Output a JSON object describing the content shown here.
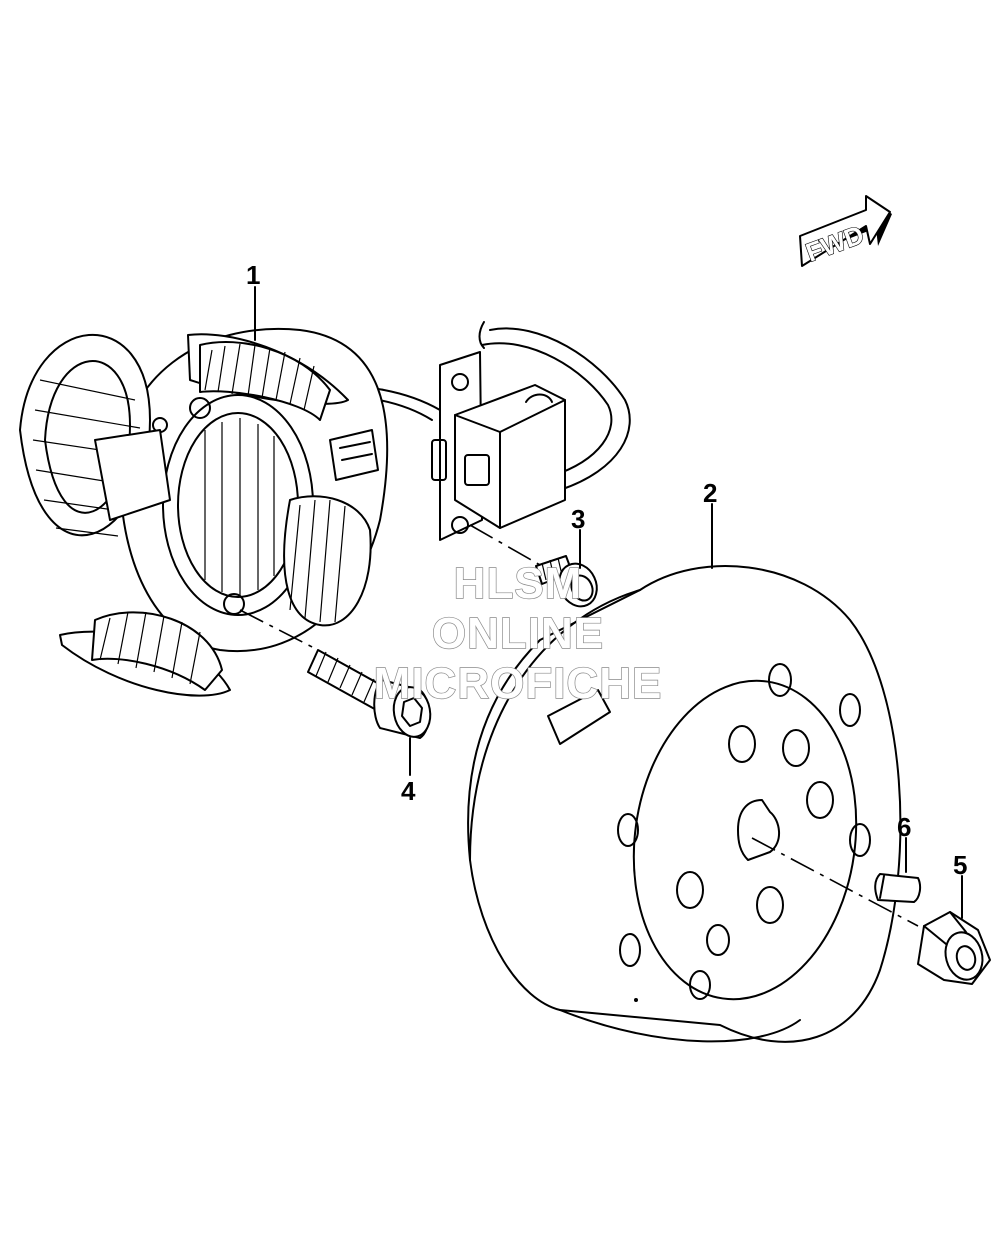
{
  "callouts": {
    "part_1": "1",
    "part_2": "2",
    "part_3": "3",
    "part_4": "4",
    "part_5": "5",
    "part_6": "6"
  },
  "fwd_label": "FWD",
  "watermark": {
    "line1": "HLSM",
    "line2": "ONLINE",
    "line3": "MICROFICHE"
  },
  "colors": {
    "line": "#000000",
    "background": "#ffffff",
    "watermark_outline": "#8a8a8a"
  }
}
